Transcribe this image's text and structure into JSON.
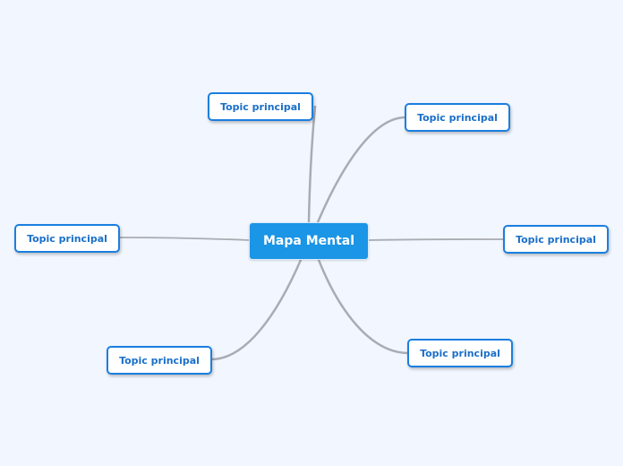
{
  "mindmap": {
    "central": {
      "label": "Mapa Mental",
      "fill": "#1b95e6",
      "text_color": "#ffffff"
    },
    "topics": [
      {
        "label": "Topic principal",
        "position": "top-left"
      },
      {
        "label": "Topic principal",
        "position": "top-right"
      },
      {
        "label": "Topic principal",
        "position": "left"
      },
      {
        "label": "Topic principal",
        "position": "right"
      },
      {
        "label": "Topic principal",
        "position": "bottom-left"
      },
      {
        "label": "Topic principal",
        "position": "bottom-right"
      }
    ],
    "topic_border_color": "#1b7fe0",
    "topic_text_color": "#1a6fc9",
    "connector_color": "#a9acb3",
    "background": "#f2f6fe"
  }
}
